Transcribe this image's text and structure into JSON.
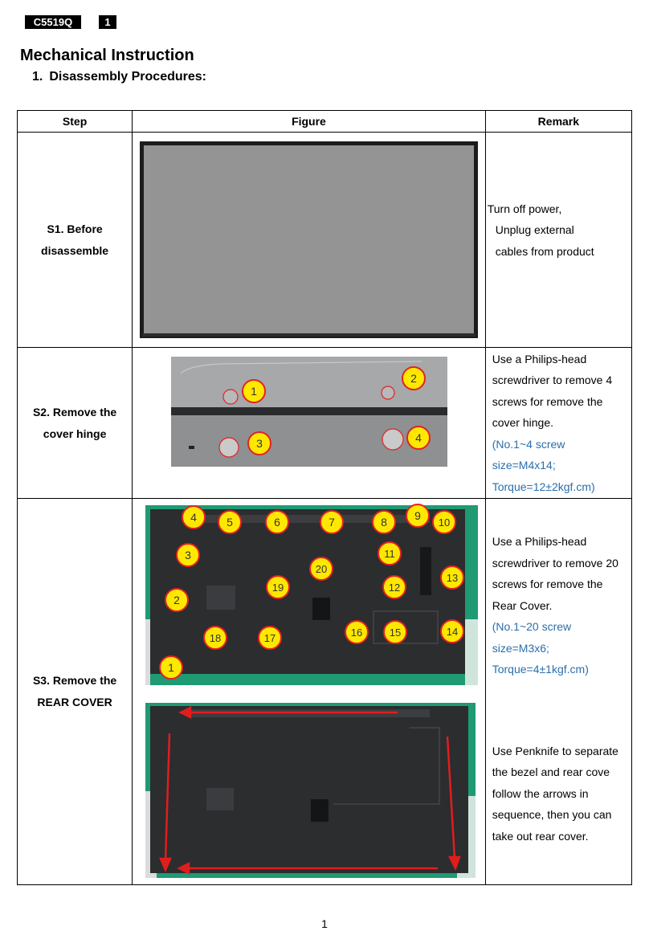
{
  "header": {
    "model": "C5519Q",
    "page_tag": "1"
  },
  "title": "Mechanical Instruction",
  "subtitle": {
    "number": "1.",
    "text": "Disassembly Procedures:"
  },
  "table": {
    "columns": [
      "Step",
      "Figure",
      "Remark"
    ],
    "rows": [
      {
        "step": [
          "S1. Before",
          "disassemble"
        ],
        "remark": [
          "Turn off power,",
          "Unplug external",
          "cables from product"
        ]
      },
      {
        "step": [
          "S2. Remove the",
          "cover hinge"
        ],
        "remark": [
          "Use a Philips-head",
          "screwdriver to remove 4",
          "screws for remove the",
          "cover hinge."
        ],
        "remark_blue": [
          "(No.1~4 screw",
          "size=M4x14;",
          "Torque=12±2kgf.cm)"
        ],
        "screw_labels": [
          "1",
          "2",
          "3",
          "4"
        ]
      },
      {
        "step": [
          "S3. Remove the",
          "REAR COVER"
        ],
        "remark": [
          "Use a Philips-head",
          "screwdriver to remove 20",
          "screws for remove the",
          "Rear Cover."
        ],
        "remark_blue": [
          "(No.1~20 screw",
          "size=M3x6;",
          "Torque=4±1kgf.cm)"
        ],
        "remark2": [
          "Use Penknife to separate",
          "the bezel and rear cove",
          "follow the arrows in",
          "sequence, then you can",
          "take out rear cover."
        ],
        "screw_labels": [
          "1",
          "2",
          "3",
          "4",
          "5",
          "6",
          "7",
          "8",
          "9",
          "10",
          "11",
          "12",
          "13",
          "14",
          "15",
          "16",
          "17",
          "18",
          "19",
          "20"
        ]
      }
    ]
  },
  "footer_page": "1",
  "colors": {
    "callout_fill": "#ffe800",
    "callout_stroke": "#e32222",
    "remark_blue": "#2a6eab",
    "arrow": "#e21d1d",
    "tv_back": "#2b2d2f",
    "stand_green": "#1f9a73"
  }
}
